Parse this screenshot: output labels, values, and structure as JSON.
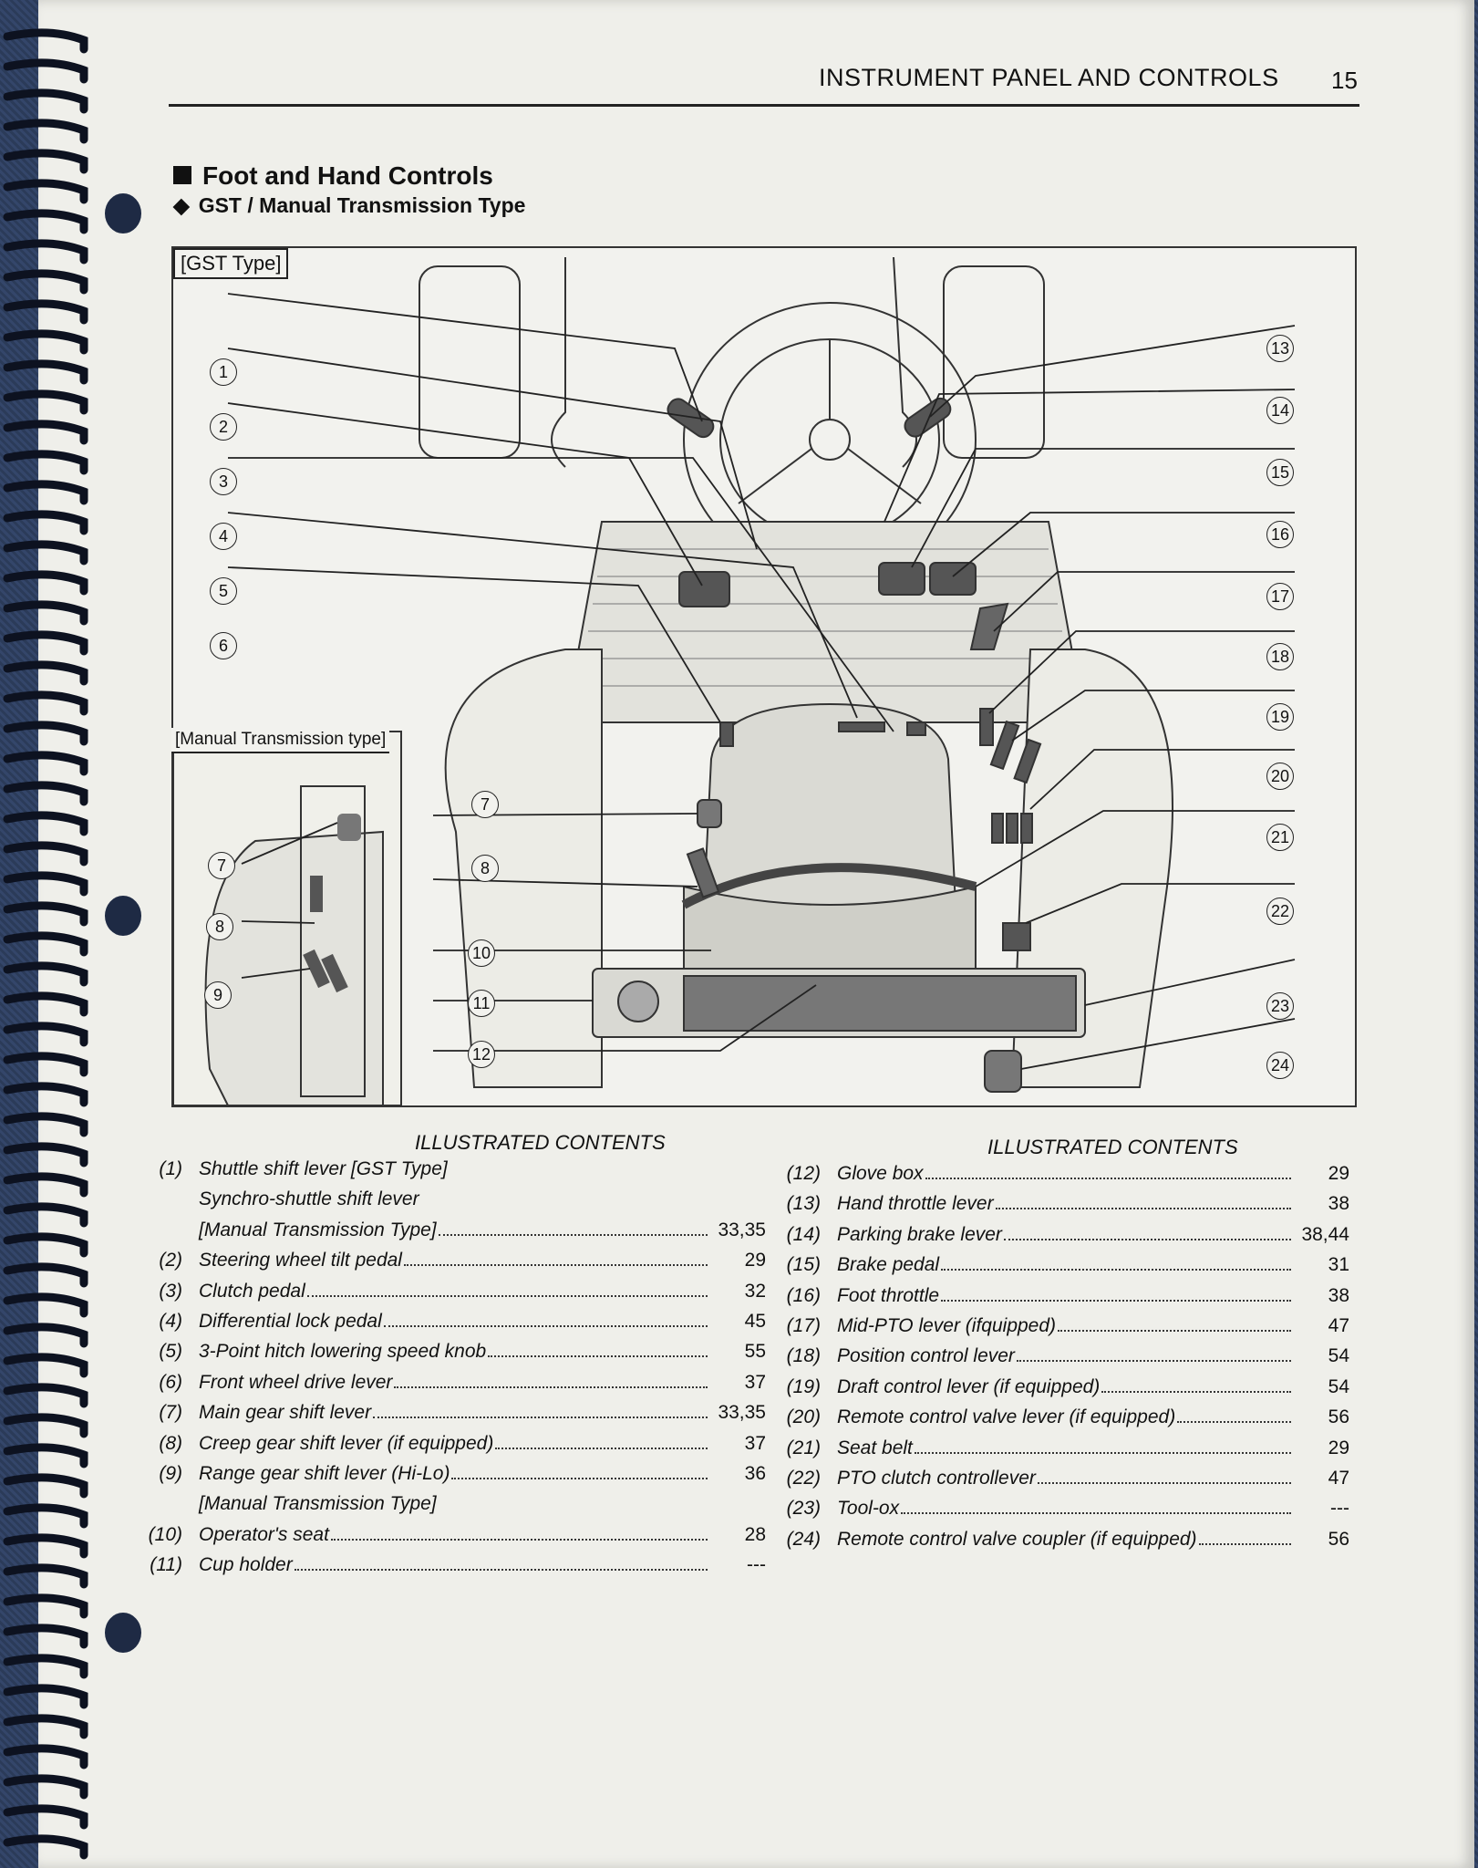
{
  "header": {
    "section": "INSTRUMENT PANEL AND CONTROLS",
    "page_number": "15"
  },
  "title": "Foot and Hand Controls",
  "subtitle": "GST / Manual Transmission Type",
  "figure": {
    "main_label": "[GST Type]",
    "inset_label": "[Manual Transmission type]",
    "callouts": [
      "1",
      "2",
      "3",
      "4",
      "5",
      "6",
      "7",
      "8",
      "9",
      "10",
      "11",
      "12",
      "13",
      "14",
      "15",
      "16",
      "17",
      "18",
      "19",
      "20",
      "21",
      "22",
      "23",
      "24"
    ],
    "inset_callouts": [
      "7",
      "8",
      "9"
    ]
  },
  "contents_heading": "ILLUSTRATED CONTENTS",
  "left_items": [
    {
      "num": "(1)",
      "label": "Shuttle shift lever [GST Type]",
      "page": ""
    },
    {
      "num": "",
      "label": "Synchro-shuttle shift lever",
      "page": ""
    },
    {
      "num": "",
      "label": "[Manual Transmission Type]",
      "page": "33,35"
    },
    {
      "num": "(2)",
      "label": "Steering wheel tilt pedal",
      "page": "29"
    },
    {
      "num": "(3)",
      "label": "Clutch pedal",
      "page": "32"
    },
    {
      "num": "(4)",
      "label": "Differential lock pedal",
      "page": "45"
    },
    {
      "num": "(5)",
      "label": "3-Point hitch lowering speed knob",
      "page": "55"
    },
    {
      "num": "(6)",
      "label": "Front wheel drive lever",
      "page": "37"
    },
    {
      "num": "(7)",
      "label": "Main gear shift lever",
      "page": "33,35"
    },
    {
      "num": "(8)",
      "label": "Creep gear shift lever (if equipped)",
      "page": "37"
    },
    {
      "num": "(9)",
      "label": "Range gear shift lever (Hi-Lo)",
      "page": "36"
    },
    {
      "num": "",
      "label": "[Manual Transmission Type]",
      "page": ""
    },
    {
      "num": "(10)",
      "label": "Operator's seat",
      "page": "28"
    },
    {
      "num": "(11)",
      "label": "Cup holder",
      "page": "---"
    }
  ],
  "right_items": [
    {
      "num": "(12)",
      "label": "Glove box",
      "page": "29"
    },
    {
      "num": "(13)",
      "label": "Hand throttle lever",
      "page": "38"
    },
    {
      "num": "(14)",
      "label": "Parking brake lever",
      "page": "38,44"
    },
    {
      "num": "(15)",
      "label": "Brake pedal",
      "page": "31"
    },
    {
      "num": "(16)",
      "label": "Foot throttle",
      "page": "38"
    },
    {
      "num": "(17)",
      "label": "Mid-PTO lever (ifquipped)",
      "page": "47"
    },
    {
      "num": "(18)",
      "label": "Position control lever",
      "page": "54"
    },
    {
      "num": "(19)",
      "label": "Draft control lever (if equipped)",
      "page": "54"
    },
    {
      "num": "(20)",
      "label": "Remote control valve lever (if equipped)",
      "page": "56"
    },
    {
      "num": "(21)",
      "label": "Seat belt",
      "page": "29"
    },
    {
      "num": "(22)",
      "label": "PTO clutch controllever",
      "page": "47"
    },
    {
      "num": "(23)",
      "label": "Tool-ox",
      "page": "---"
    },
    {
      "num": "(24)",
      "label": "Remote control valve coupler (if equipped)",
      "page": "56"
    }
  ]
}
